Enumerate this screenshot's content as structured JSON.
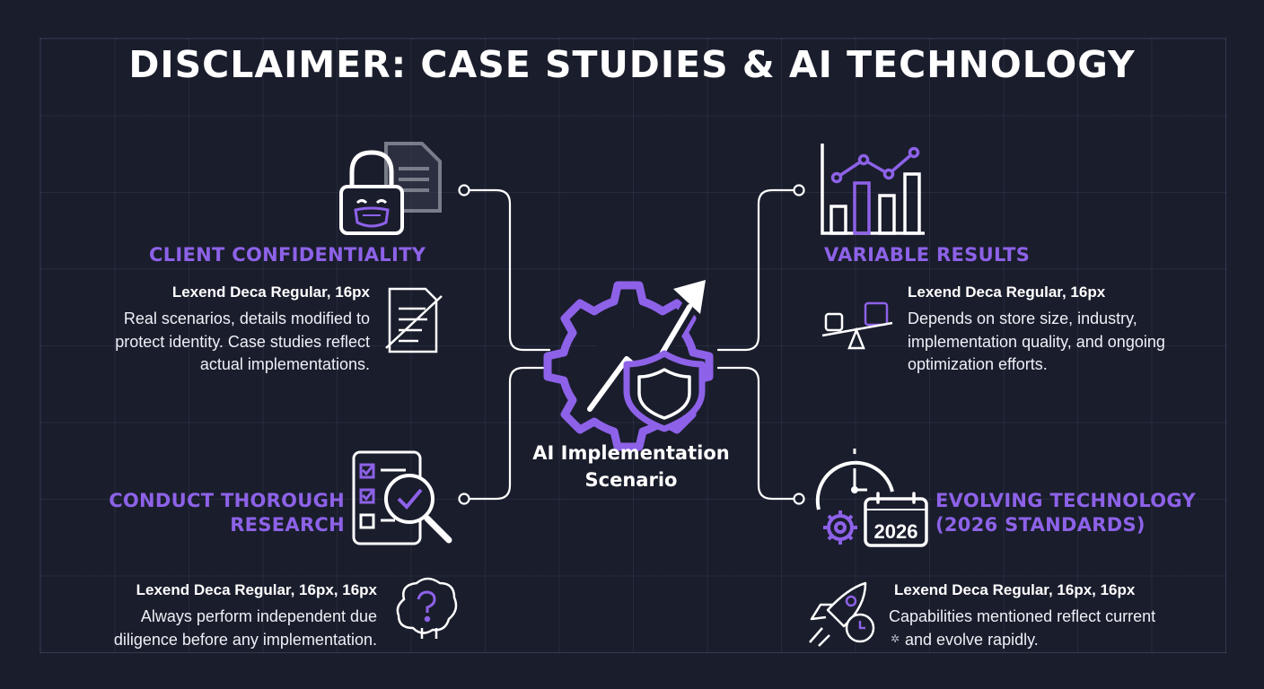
{
  "title": "DISCLAIMER: CASE STUDIES & AI TECHNOLOGY",
  "center": {
    "label_lines": [
      "AI Implementation",
      "Scenario"
    ]
  },
  "sections": {
    "client_confidentiality": {
      "heading": "CLIENT CONFIDENTIALITY",
      "subheading": "Lexend Deca Regular, 16px",
      "body_lines": [
        "Real scenarios, details modified to",
        "protect identity. Case studies reflect",
        "actual implementations."
      ],
      "icons": [
        "padlock-mask-icon",
        "blurred-document-icon",
        "crossed-document-icon"
      ]
    },
    "variable_results": {
      "heading": "VARIABLE RESULTS",
      "subheading": "Lexend Deca Regular, 16px",
      "body_lines": [
        "Depends on store size, industry,",
        "implementation quality, and ongoing",
        "optimization efforts."
      ],
      "icons": [
        "bar-line-chart-icon",
        "balance-scale-icon"
      ]
    },
    "conduct_research": {
      "heading_lines": [
        "CONDUCT THOROUGH",
        "RESEARCH"
      ],
      "subheading": "Lexend Deca Regular, 16px, 16px",
      "body_lines": [
        "Always perform independent due",
        "diligence before any implementation."
      ],
      "icons": [
        "checklist-magnifier-icon",
        "brain-question-icon"
      ]
    },
    "evolving_technology": {
      "heading_lines": [
        "EVOLVING TECHNOLOGY",
        "(2026 STANDARDS)"
      ],
      "subheading": "Lexend Deca Regular, 16px, 16px",
      "body_lines": [
        "Capabilities mentioned reflect current",
        "and evolve rapidly."
      ],
      "calendar_year": "2026",
      "icons": [
        "clock-gear-calendar-icon",
        "rocket-clock-icon"
      ]
    }
  },
  "colors": {
    "background": "#1a1d2c",
    "accent": "#8d62e8",
    "text": "#ffffff",
    "grid": "#2f3550"
  }
}
